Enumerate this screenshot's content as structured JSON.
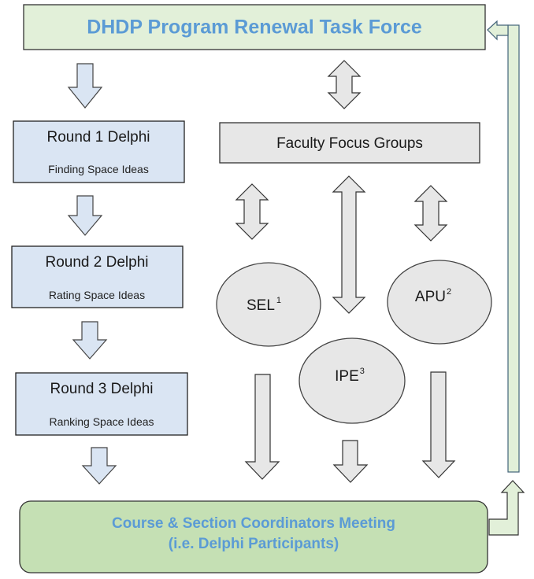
{
  "colors": {
    "task_force_fill": "#e2f0d9",
    "meeting_fill": "#c5e0b4",
    "accent_text": "#5b9bd5",
    "round_fill": "#dae5f3",
    "gray_fill": "#e7e7e7",
    "outline": "#333333",
    "feedback_outline": "#44647a"
  },
  "task_force": {
    "title": "DHDP Program Renewal Task Force"
  },
  "rounds": [
    {
      "title": "Round 1 Delphi",
      "subtitle": "Finding Space Ideas"
    },
    {
      "title": "Round 2 Delphi",
      "subtitle": "Rating Space Ideas"
    },
    {
      "title": "Round 3 Delphi",
      "subtitle": "Ranking Space Ideas"
    }
  ],
  "focus_groups": {
    "title": "Faculty Focus Groups"
  },
  "groups": [
    {
      "label": "SEL",
      "sup": "1"
    },
    {
      "label": "APU",
      "sup": "2"
    },
    {
      "label": "IPE",
      "sup": "3"
    }
  ],
  "meeting": {
    "line1": "Course & Section Coordinators Meeting",
    "line2": "(i.e. Delphi Participants)"
  },
  "connections": [
    {
      "from": "task_force",
      "to": "round_1",
      "type": "down-arrow"
    },
    {
      "from": "round_1",
      "to": "round_2",
      "type": "down-arrow"
    },
    {
      "from": "round_2",
      "to": "round_3",
      "type": "down-arrow"
    },
    {
      "from": "round_3",
      "to": "meeting",
      "type": "down-arrow"
    },
    {
      "from": "task_force",
      "to": "focus_groups",
      "type": "double-arrow"
    },
    {
      "from": "focus_groups",
      "to": "SEL",
      "type": "double-arrow"
    },
    {
      "from": "focus_groups",
      "to": "IPE",
      "type": "double-arrow"
    },
    {
      "from": "focus_groups",
      "to": "APU",
      "type": "double-arrow"
    },
    {
      "from": "SEL",
      "to": "meeting",
      "type": "down-arrow"
    },
    {
      "from": "IPE",
      "to": "meeting",
      "type": "down-arrow"
    },
    {
      "from": "APU",
      "to": "meeting",
      "type": "down-arrow"
    },
    {
      "from": "meeting",
      "to": "task_force",
      "type": "feedback-arrow"
    }
  ]
}
